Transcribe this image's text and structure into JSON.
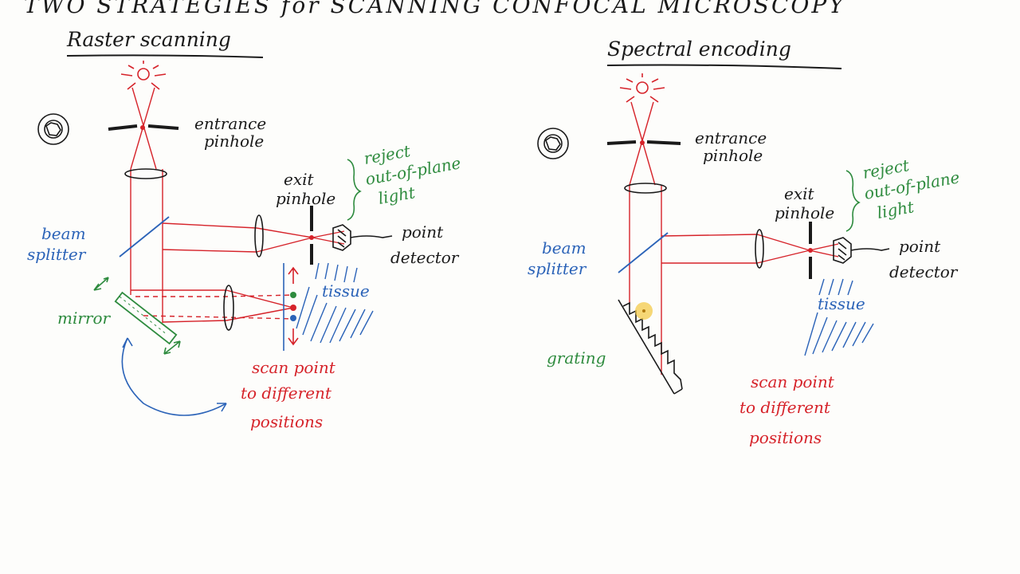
{
  "title": "TWO STRATEGIES for SCANNING CONFOCAL MICROSCOPY",
  "colors": {
    "ink": "#1a1a1a",
    "red": "#d6232a",
    "blue": "#2b63b8",
    "green": "#2e8b3e",
    "yellow": "#f3c94a"
  },
  "left": {
    "heading": "Raster scanning",
    "entrance_line1": "entrance",
    "entrance_line2": "pinhole",
    "exit_line1": "exit",
    "exit_line2": "pinhole",
    "reject_line1": "reject",
    "reject_line2": "out-of-plane",
    "reject_line3": "light",
    "beam_line1": "beam",
    "beam_line2": "splitter",
    "detector_line1": "point",
    "detector_line2": "detector",
    "mirror": "mirror",
    "tissue": "tissue",
    "scan_line1": "scan point",
    "scan_line2": "to different",
    "scan_line3": "positions"
  },
  "right": {
    "heading": "Spectral encoding",
    "entrance_line1": "entrance",
    "entrance_line2": "pinhole",
    "exit_line1": "exit",
    "exit_line2": "pinhole",
    "reject_line1": "reject",
    "reject_line2": "out-of-plane",
    "reject_line3": "light",
    "beam_line1": "beam",
    "beam_line2": "splitter",
    "detector_line1": "point",
    "detector_line2": "detector",
    "grating": "grating",
    "tissue": "tissue",
    "scan_line1": "scan point",
    "scan_line2": "to different",
    "scan_line3": "positions"
  }
}
